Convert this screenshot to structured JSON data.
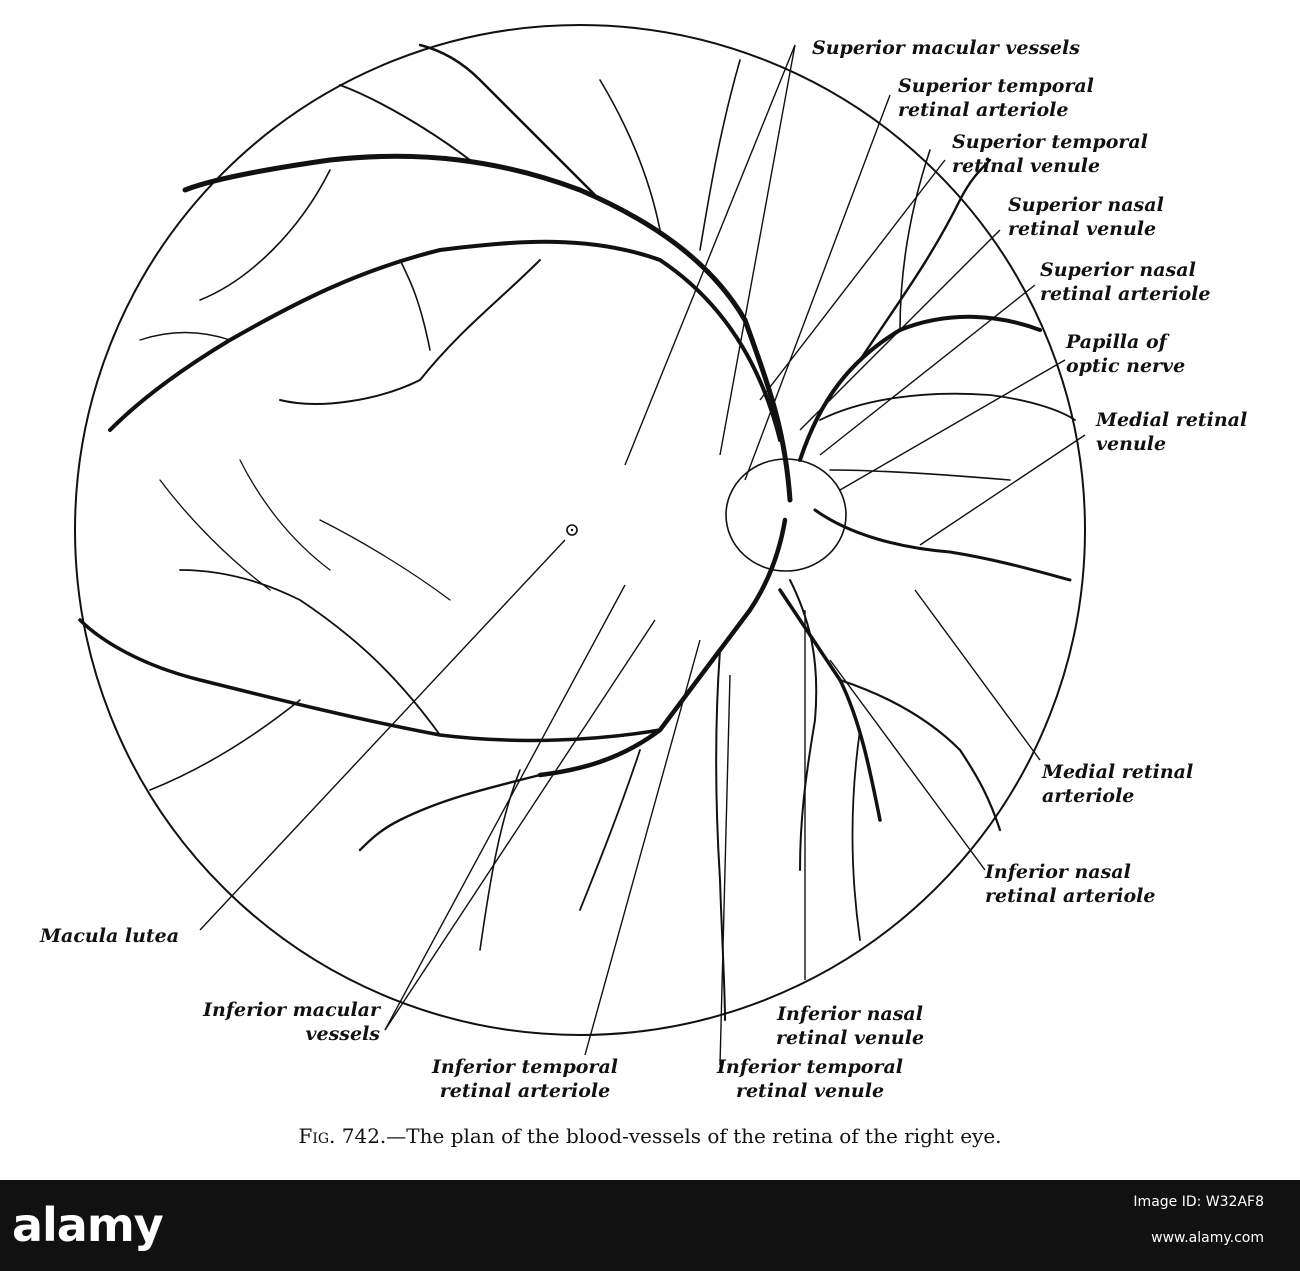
{
  "labels": {
    "superior_macular_vessels": "Superior macular vessels",
    "superior_temporal_arteriole": "Superior temporal\nretinal arteriole",
    "superior_temporal_venule": "Superior temporal\nretinal venule",
    "superior_nasal_venule": "Superior nasal\nretinal venule",
    "superior_nasal_arteriole": "Superior nasal\nretinal arteriole",
    "papilla": "Papilla of\noptic nerve",
    "medial_venule": "Medial retinal\nvenule",
    "medial_arteriole": "Medial retinal\narteriole",
    "inferior_nasal_arteriole": "Inferior nasal\nretinal arteriole",
    "macula_lutea": "Macula lutea",
    "inferior_macular_vessels": "Inferior macular\nvessels",
    "inferior_temporal_arteriole": "Inferior temporal\nretinal arteriole",
    "inferior_nasal_venule": "Inferior nasal\nretinal venule",
    "inferior_temporal_venule": "Inferior temporal\nretinal venule"
  },
  "caption": {
    "fig": "Fig. 742.",
    "text": "—The plan of the blood-vessels of the retina of the right eye."
  },
  "watermark": {
    "brand": "alamy",
    "image_id": "Image ID: W32AF8",
    "url": "www.alamy.com"
  },
  "colors": {
    "ink": "#111111",
    "paper": "#ffffff",
    "bar": "#111111"
  }
}
